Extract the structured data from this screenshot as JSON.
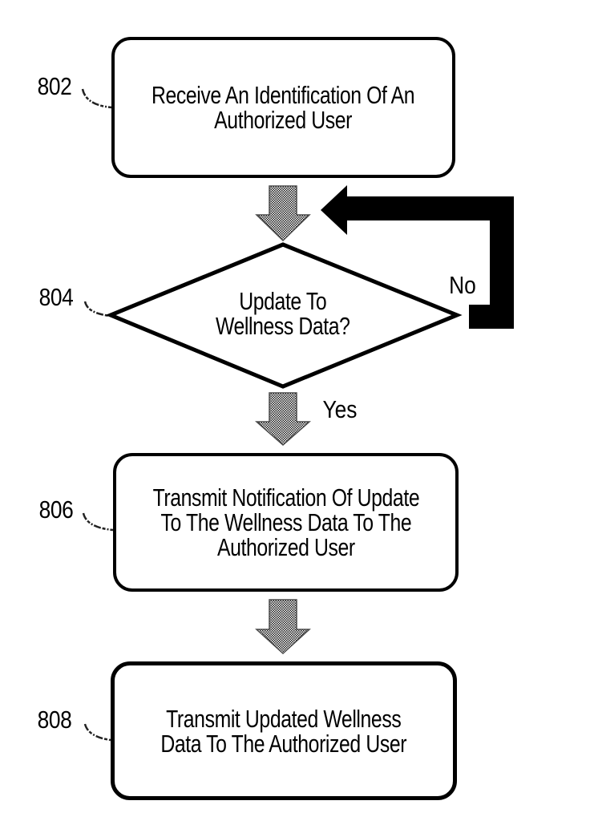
{
  "figure": {
    "colors": {
      "ink": "#000000",
      "background": "#ffffff",
      "halftone_gray": "#808080"
    },
    "nodes": {
      "box802": {
        "ref": "802",
        "type": "process",
        "lines": [
          "Receive An Identification Of An",
          "Authorized User"
        ]
      },
      "diamond804": {
        "ref": "804",
        "type": "decision",
        "lines": [
          "Update To",
          "Wellness Data?"
        ]
      },
      "box806": {
        "ref": "806",
        "type": "process",
        "lines": [
          "Transmit Notification Of Update",
          "To The Wellness Data To The",
          "Authorized User"
        ]
      },
      "box808": {
        "ref": "808",
        "type": "process",
        "lines": [
          "Transmit Updated Wellness",
          "Data To The Authorized User"
        ]
      }
    },
    "edges": {
      "e802_to_804": {
        "type": "halftone-down-arrow"
      },
      "no_loop": {
        "label": "No",
        "type": "thick-black-loop-arrow"
      },
      "e804_to_806": {
        "label": "Yes",
        "type": "halftone-down-arrow"
      },
      "e806_to_808": {
        "type": "halftone-down-arrow"
      }
    }
  }
}
